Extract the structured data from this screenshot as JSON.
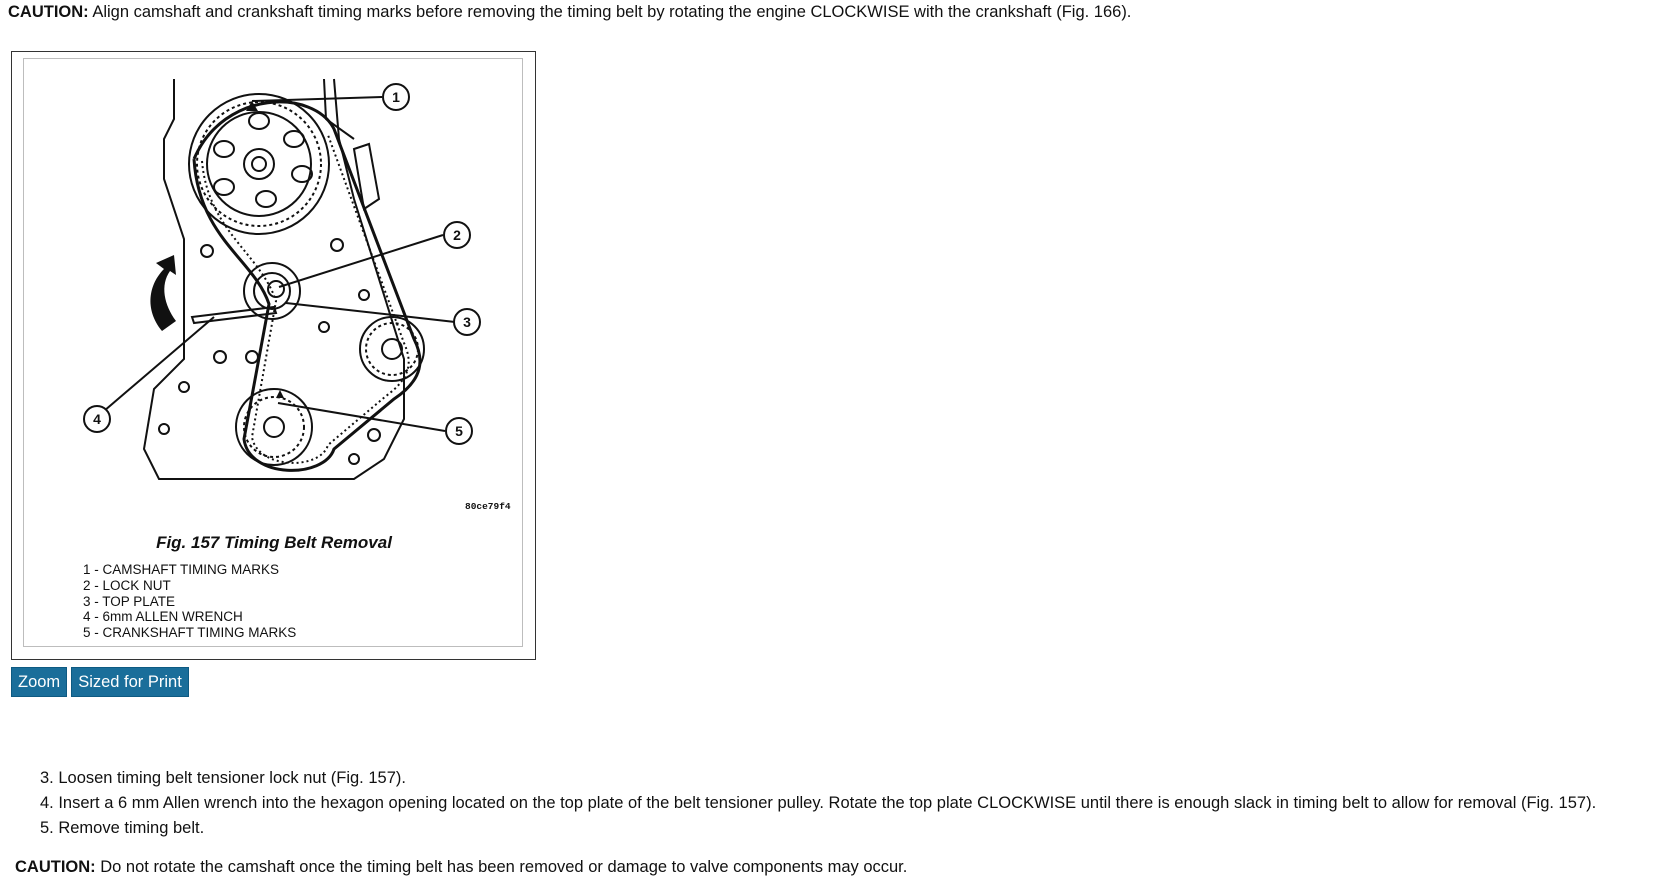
{
  "caution_top": {
    "label": "CAUTION:",
    "text": " Align camshaft and crankshaft timing marks before removing the timing belt by rotating the engine CLOCKWISE with the crankshaft (Fig. 166)."
  },
  "figure": {
    "callouts": [
      "1",
      "2",
      "3",
      "4",
      "5"
    ],
    "id_code": "80ce79f4",
    "caption": "Fig. 157 Timing Belt Removal",
    "legend": [
      "1 - CAMSHAFT TIMING MARKS",
      "2 - LOCK NUT",
      "3 - TOP PLATE",
      "4 - 6mm ALLEN WRENCH",
      "5 - CRANKSHAFT TIMING MARKS"
    ]
  },
  "buttons": {
    "zoom": "Zoom",
    "print": "Sized for Print"
  },
  "steps": [
    "3. Loosen timing belt tensioner lock nut (Fig. 157).",
    "4. Insert a 6 mm Allen wrench into the hexagon opening located on the top plate of the belt tensioner pulley. Rotate the top plate CLOCKWISE until there is enough slack in timing belt to allow for removal (Fig. 157).",
    "5. Remove timing belt."
  ],
  "caution_bottom": {
    "label": "CAUTION:",
    "text": " Do not rotate the camshaft once the timing belt has been removed or damage to valve components may occur."
  }
}
